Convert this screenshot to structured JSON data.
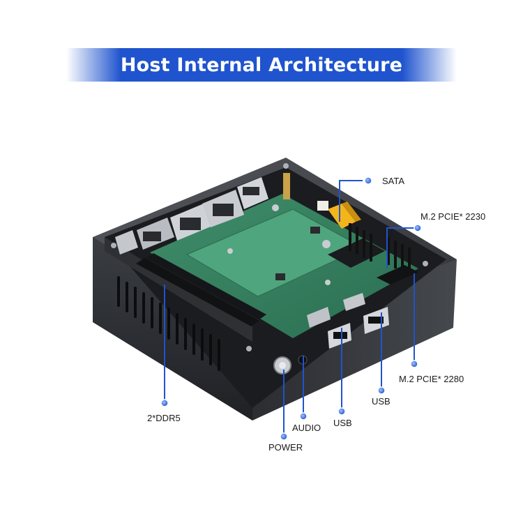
{
  "banner": {
    "title": "Host Internal Architecture"
  },
  "accent_color": "#1f54ce",
  "callouts": {
    "sata": "SATA",
    "m2_2230": "M.2 PCIE* 2230",
    "m2_2280": "M.2 PCIE* 2280",
    "usb_right": "USB",
    "usb_left": "USB",
    "audio": "AUDIO",
    "power": "POWER",
    "ddr5": "2*DDR5"
  }
}
